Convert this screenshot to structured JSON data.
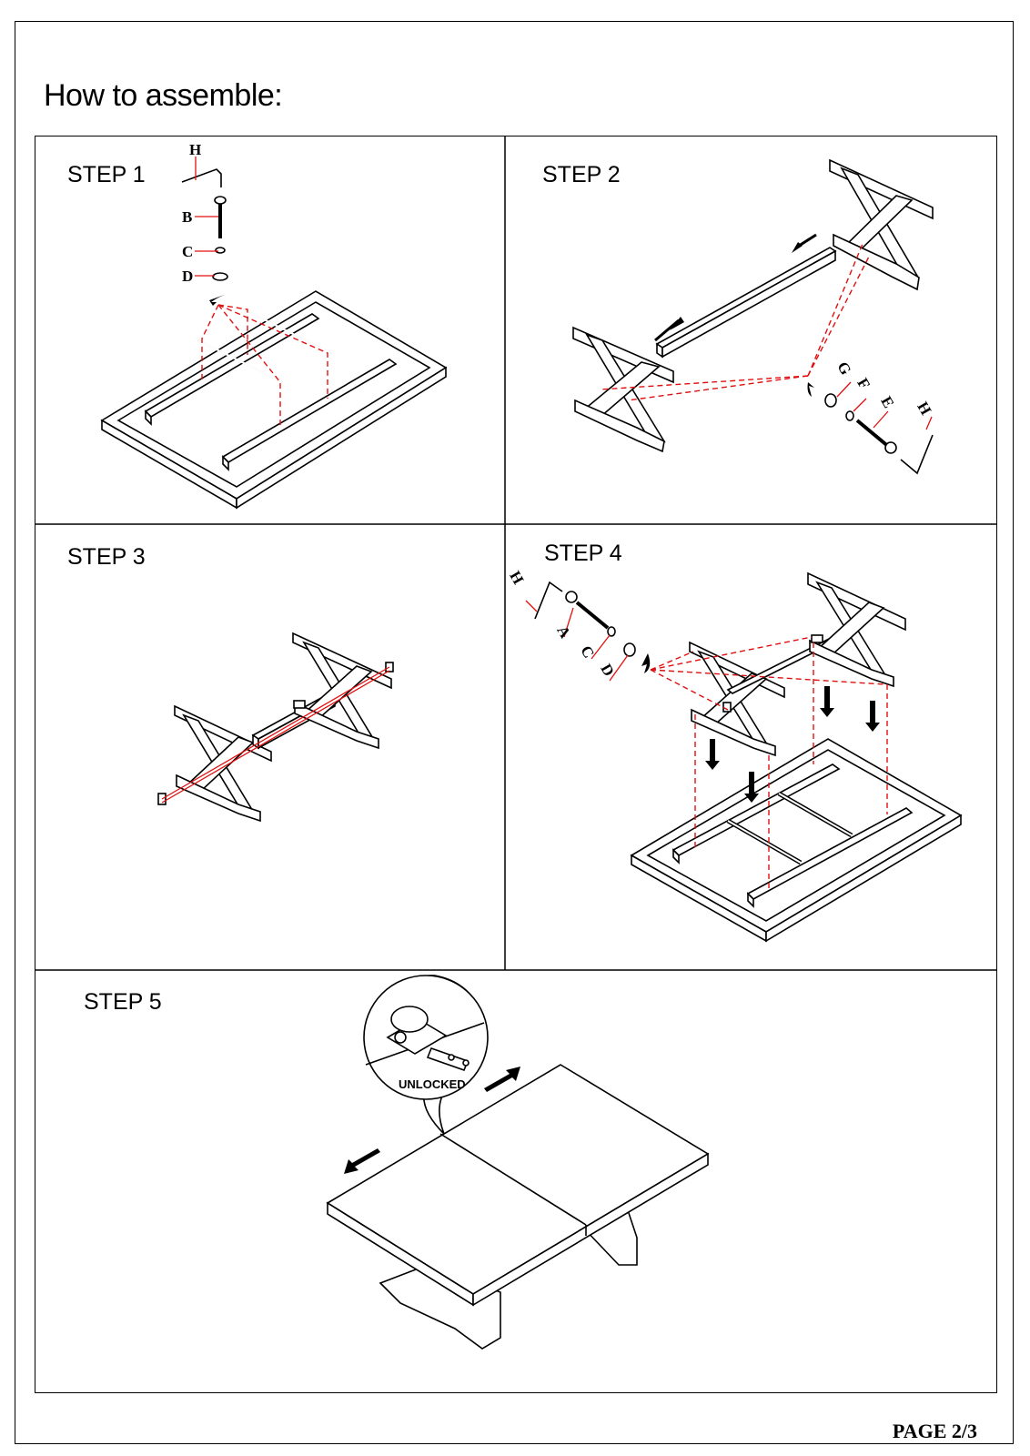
{
  "title": "How to assemble:",
  "steps": [
    {
      "label": "STEP 1",
      "parts": [
        "H",
        "B",
        "C",
        "D"
      ]
    },
    {
      "label": "STEP 2",
      "parts": [
        "G",
        "F",
        "E",
        "H"
      ]
    },
    {
      "label": "STEP 3"
    },
    {
      "label": "STEP 4",
      "parts": [
        "H",
        "A",
        "C",
        "D"
      ]
    },
    {
      "label": "STEP 5",
      "callout": "UNLOCKED"
    }
  ],
  "footer": "PAGE  2/3"
}
